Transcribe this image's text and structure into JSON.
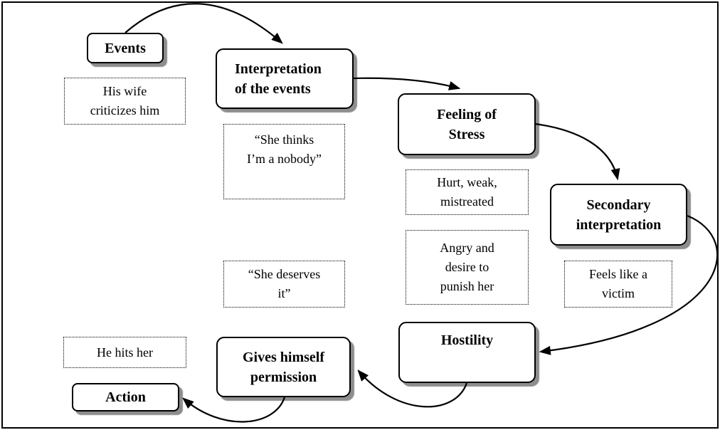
{
  "nodes": {
    "events": {
      "label": "Events"
    },
    "interpretation": {
      "label": "Interpretation\nof the events"
    },
    "stress": {
      "label": "Feeling of\nStress"
    },
    "secondary": {
      "label": "Secondary\ninterpretation"
    },
    "hostility": {
      "label": "Hostility"
    },
    "permission": {
      "label": "Gives himself\npermission"
    },
    "action": {
      "label": "Action"
    }
  },
  "notes": {
    "wife_criticizes": {
      "text": "His wife\ncriticizes him"
    },
    "nobody": {
      "text": "“She thinks\nI’m a nobody”"
    },
    "hurt": {
      "text": "Hurt, weak,\nmistreated"
    },
    "angry": {
      "text": "Angry and\ndesire to\npunish her"
    },
    "victim": {
      "text": "Feels like a\nvictim"
    },
    "deserves": {
      "text": "“She deserves\nit”"
    },
    "hits": {
      "text": "He hits her"
    }
  },
  "edges": [
    {
      "from": "events",
      "to": "interpretation"
    },
    {
      "from": "interpretation",
      "to": "stress"
    },
    {
      "from": "stress",
      "to": "secondary"
    },
    {
      "from": "secondary",
      "to": "hostility"
    },
    {
      "from": "hostility",
      "to": "permission"
    },
    {
      "from": "permission",
      "to": "action"
    }
  ],
  "colors": {
    "background": "#ffffff",
    "line": "#000000",
    "box_fill": "#ffffff",
    "shadow": "#8d8d8d"
  }
}
